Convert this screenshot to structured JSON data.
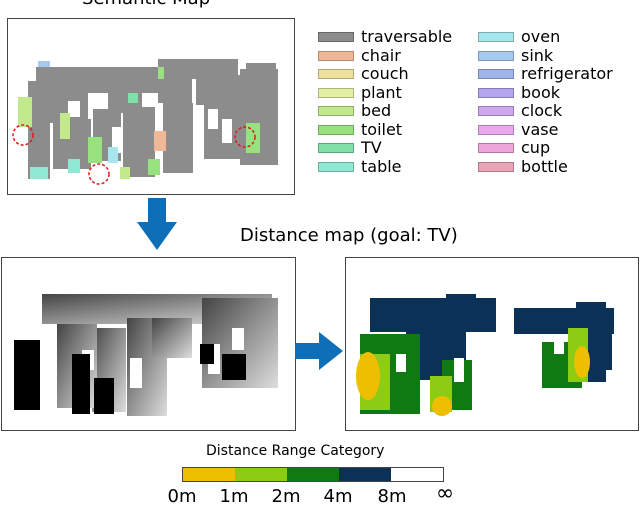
{
  "semantic_map": {
    "title": "Semantic Map"
  },
  "legend": {
    "items": [
      {
        "label": "traversable",
        "color": "#8c8c8c"
      },
      {
        "label": "chair",
        "color": "#f0b896"
      },
      {
        "label": "couch",
        "color": "#efe09e"
      },
      {
        "label": "plant",
        "color": "#e3f0a6"
      },
      {
        "label": "bed",
        "color": "#c3e98d"
      },
      {
        "label": "toilet",
        "color": "#97e27f"
      },
      {
        "label": "TV",
        "color": "#7fe0a8"
      },
      {
        "label": "table",
        "color": "#8fe8d3"
      },
      {
        "label": "oven",
        "color": "#a8e6ee"
      },
      {
        "label": "sink",
        "color": "#a7cbee"
      },
      {
        "label": "refrigerator",
        "color": "#9fb5ec"
      },
      {
        "label": "book",
        "color": "#b3a6ef"
      },
      {
        "label": "clock",
        "color": "#cda7f0"
      },
      {
        "label": "vase",
        "color": "#e9a8ee"
      },
      {
        "label": "cup",
        "color": "#eea6d8"
      },
      {
        "label": "bottle",
        "color": "#eba3b7"
      }
    ]
  },
  "distance_map": {
    "title": "Distance map (goal: TV)"
  },
  "range": {
    "title": "Distance Range Category",
    "bins": [
      {
        "color": "#eebf00"
      },
      {
        "color": "#8ccc14"
      },
      {
        "color": "#0f7a12"
      },
      {
        "color": "#0b3156"
      },
      {
        "color": "#ffffff"
      }
    ],
    "ticks": [
      "0m",
      "1m",
      "2m",
      "4m",
      "8m",
      "∞"
    ]
  },
  "colors": {
    "arrow": "#0e6fb8",
    "traversable": "#8c8c8c",
    "marker_circle": "#e01818"
  }
}
